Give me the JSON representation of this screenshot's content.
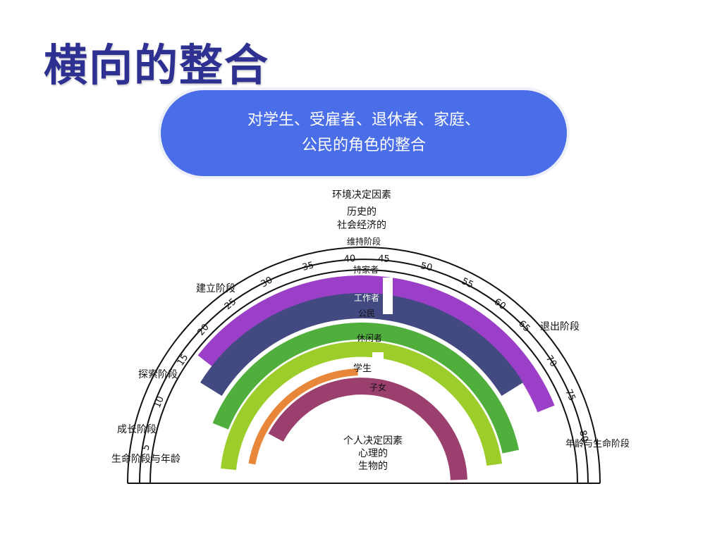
{
  "slide": {
    "title": "横向的整合",
    "callout_line1": "对学生、受雇者、退休者、家庭、",
    "callout_line2": "公民的角色的整合"
  },
  "diagram": {
    "top_label1": "环境决定因素",
    "top_label2": "历史的",
    "top_label3": "社会经济的",
    "maintenance_stage": "维持阶段",
    "establishment_stage": "建立阶段",
    "exploration_stage": "探索阶段",
    "growth_stage": "成长阶段",
    "life_stage_age_left": "生命阶段与年龄",
    "disengagement_stage": "退出阶段",
    "age_life_stage_right": "年龄与生命阶段",
    "inner_label1": "个人决定因素",
    "inner_label2": "心理的",
    "inner_label3": "生物的",
    "ages": [
      "5",
      "10",
      "15",
      "20",
      "25",
      "30",
      "35",
      "40",
      "45",
      "50",
      "55",
      "60",
      "65",
      "70",
      "75",
      "80"
    ],
    "roles": {
      "homemaker": "持家者",
      "worker": "工作者",
      "citizen": "公民",
      "leisurite": "休闲者",
      "student": "学生",
      "child": "子女"
    },
    "colors": {
      "title": "#2e3192",
      "callout": "#4a6ee8",
      "homemaker": "#9b3fc8",
      "worker": "#434a82",
      "citizen": "#4fae3c",
      "leisurite": "#9ccd2a",
      "student": "#e8873a",
      "child": "#9b3f6e"
    }
  }
}
